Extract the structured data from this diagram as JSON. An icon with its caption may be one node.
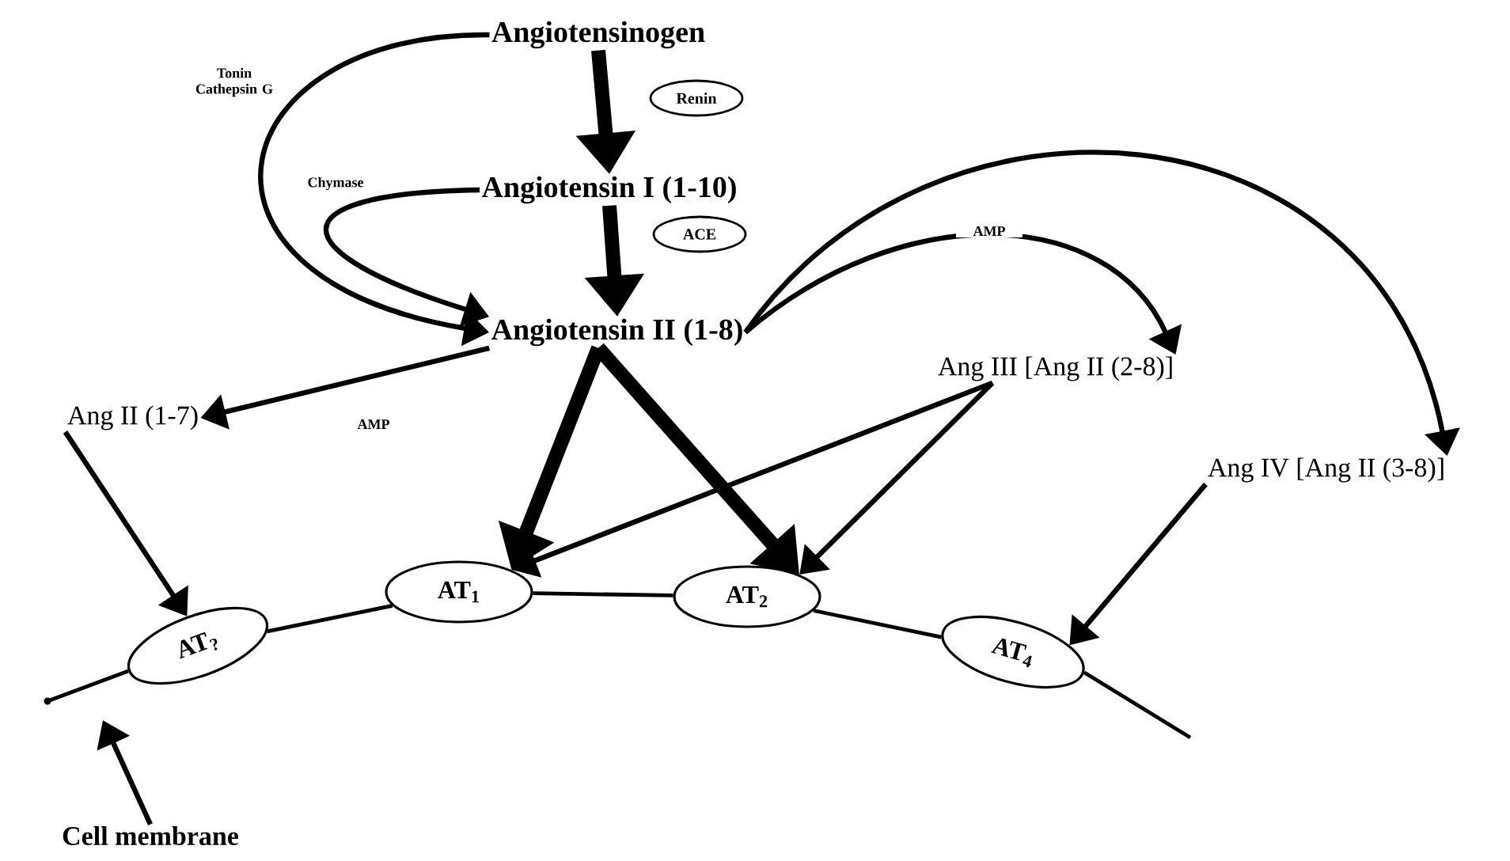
{
  "diagram": {
    "nodes": [
      {
        "text": [
          "Angiotensinogen"
        ]
      },
      {
        "text": [
          "Angiotensin I (1-10)"
        ]
      },
      {
        "text": [
          "Angiotensin II (1-8)"
        ]
      },
      {
        "text": [
          "Ang II (1-7)"
        ]
      },
      {
        "text": [
          "Ang III [Ang II (2-8)]"
        ]
      },
      {
        "text": [
          "Ang IV [Ang II (3-8)]"
        ]
      },
      {
        "text": [
          "AT$_{?}$"
        ]
      },
      {
        "text": [
          "AT$_{1}$"
        ]
      },
      {
        "text": [
          "AT$_{2}$"
        ]
      },
      {
        "text": [
          "AT$_{4}$"
        ]
      },
      {
        "text": [
          "Cell membrane"
        ]
      },
      {
        "text": [
          "Renin"
        ]
      },
      {
        "text": [
          "ACE"
        ]
      }
    ],
    "edges": [
      {
        "from": 0,
        "to": 1,
        "arrow": "to",
        "style": "thick"
      },
      {
        "from": 1,
        "to": 2,
        "arrow": "to",
        "style": "thick"
      },
      {
        "from": 0,
        "to": 2,
        "arrow": "to",
        "label": "Tonin Cathepsin G"
      },
      {
        "from": 1,
        "to": 2,
        "arrow": "to",
        "label": "Chymase"
      },
      {
        "from": 2,
        "to": 4,
        "arrow": "to",
        "label": "AMP"
      },
      {
        "from": 2,
        "to": 5,
        "arrow": "to"
      },
      {
        "from": 2,
        "to": 3,
        "arrow": "to",
        "label": "AMP"
      },
      {
        "from": 2,
        "to": 7,
        "arrow": "to",
        "style": "thick"
      },
      {
        "from": 2,
        "to": 8,
        "arrow": "to",
        "style": "thick"
      },
      {
        "from": 4,
        "to": 7,
        "arrow": "to"
      },
      {
        "from": 4,
        "to": 8,
        "arrow": "to"
      },
      {
        "from": 5,
        "to": 9,
        "arrow": "to"
      },
      {
        "from": 3,
        "to": 6,
        "arrow": "to"
      },
      {
        "from": 10,
        "to": null,
        "arrow": "to"
      },
      {
        "from": 6,
        "to": 7,
        "arrow": "none"
      },
      {
        "from": 7,
        "to": 8,
        "arrow": "none"
      },
      {
        "from": 8,
        "to": 9,
        "arrow": "none"
      }
    ]
  }
}
